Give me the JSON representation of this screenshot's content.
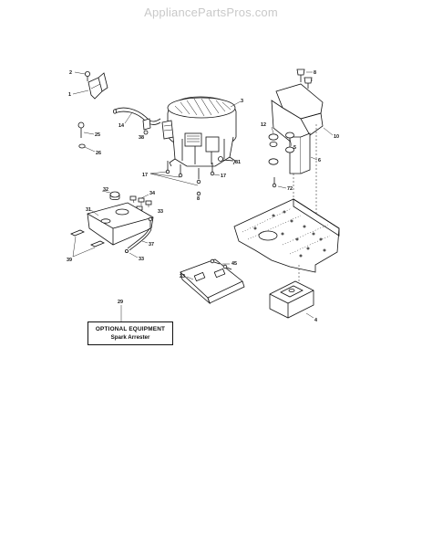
{
  "watermark": "AppliancePartsPros.com",
  "optional_box": {
    "title": "OPTIONAL EQUIPMENT",
    "subtitle": "Spark Arrester"
  },
  "callouts": {
    "c1": "1",
    "c2": "2",
    "c3": "3",
    "c4": "4",
    "c5": "5",
    "c6": "6",
    "c8": "8",
    "c10": "10",
    "c12": "12",
    "c14": "14",
    "c17a": "17",
    "c17b": "17",
    "c23": "23",
    "c25": "25",
    "c26": "26",
    "c29": "29",
    "c31": "31",
    "c32": "32",
    "c33a": "33",
    "c33b": "33",
    "c34": "34",
    "c37": "37",
    "c38": "38",
    "c39": "39",
    "c45": "45",
    "c72": "72",
    "c81": "81",
    "c8b": "8"
  }
}
